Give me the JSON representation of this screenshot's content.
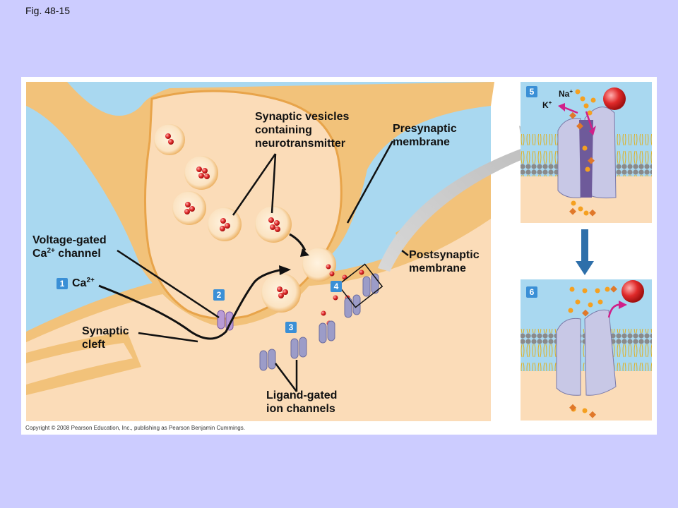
{
  "figure_label": "Fig. 48-15",
  "labels": {
    "vesicles": [
      "Synaptic vesicles",
      "containing",
      "neurotransmitter"
    ],
    "presynaptic": [
      "Presynaptic",
      "membrane"
    ],
    "postsynaptic": [
      "Postsynaptic",
      "membrane"
    ],
    "voltage_gated": [
      "Voltage-gated",
      "Ca"
    ],
    "voltage_gated_sup": "2+",
    "voltage_gated_suffix": " channel",
    "calcium": "Ca",
    "calcium_sup": "2+",
    "synaptic_cleft": [
      "Synaptic",
      "cleft"
    ],
    "ligand_gated": [
      "Ligand-gated",
      "ion channels"
    ]
  },
  "ions": {
    "sodium": "Na",
    "sodium_sup": "+",
    "potassium": "K",
    "potassium_sup": "+"
  },
  "steps": [
    "1",
    "2",
    "3",
    "4",
    "5",
    "6"
  ],
  "copyright": "Copyright © 2008 Pearson Education, Inc., publishing as Pearson Benjamin Cummings.",
  "colors": {
    "background": "#ccccff",
    "extracellular": "#a9d8f0",
    "neuron_tan": "#f2c27a",
    "cytoplasm": "#fbdcb8",
    "channel_protein": "#9c9cc8",
    "step_badge": "#3a8fd6",
    "ion_red": "#d9272e",
    "arrow_magenta": "#d0208a",
    "big_arrow_blue": "#2e6faa"
  }
}
